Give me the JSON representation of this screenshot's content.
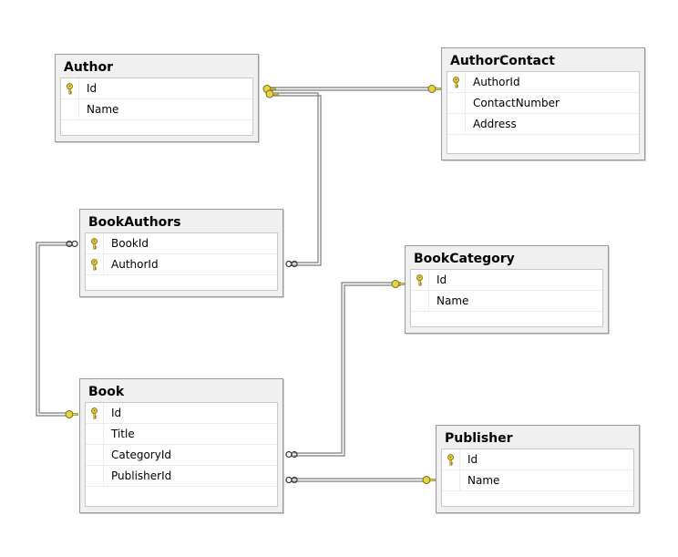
{
  "colors": {
    "key": "#e8d33a",
    "line": "#7a7a7a",
    "table_bg": "#f0f0f0"
  },
  "tables": {
    "author": {
      "title": "Author",
      "columns": [
        {
          "name": "Id",
          "pk": true
        },
        {
          "name": "Name",
          "pk": false
        }
      ]
    },
    "authorcontact": {
      "title": "AuthorContact",
      "columns": [
        {
          "name": "AuthorId",
          "pk": true
        },
        {
          "name": "ContactNumber",
          "pk": false
        },
        {
          "name": "Address",
          "pk": false
        }
      ]
    },
    "bookauthors": {
      "title": "BookAuthors",
      "columns": [
        {
          "name": "BookId",
          "pk": true
        },
        {
          "name": "AuthorId",
          "pk": true
        }
      ]
    },
    "bookcategory": {
      "title": "BookCategory",
      "columns": [
        {
          "name": "Id",
          "pk": true
        },
        {
          "name": "Name",
          "pk": false
        }
      ]
    },
    "book": {
      "title": "Book",
      "columns": [
        {
          "name": "Id",
          "pk": true
        },
        {
          "name": "Title",
          "pk": false
        },
        {
          "name": "CategoryId",
          "pk": false
        },
        {
          "name": "PublisherId",
          "pk": false
        }
      ]
    },
    "publisher": {
      "title": "Publisher",
      "columns": [
        {
          "name": "Id",
          "pk": true
        },
        {
          "name": "Name",
          "pk": false
        }
      ]
    }
  },
  "relationships": [
    {
      "from": "Author",
      "to": "AuthorContact",
      "type": "one-to-one"
    },
    {
      "from": "Author",
      "to": "BookAuthors",
      "type": "one-to-many"
    },
    {
      "from": "Book",
      "to": "BookAuthors",
      "type": "one-to-many"
    },
    {
      "from": "BookCategory",
      "to": "Book",
      "type": "one-to-many"
    },
    {
      "from": "Publisher",
      "to": "Book",
      "type": "one-to-many"
    }
  ]
}
